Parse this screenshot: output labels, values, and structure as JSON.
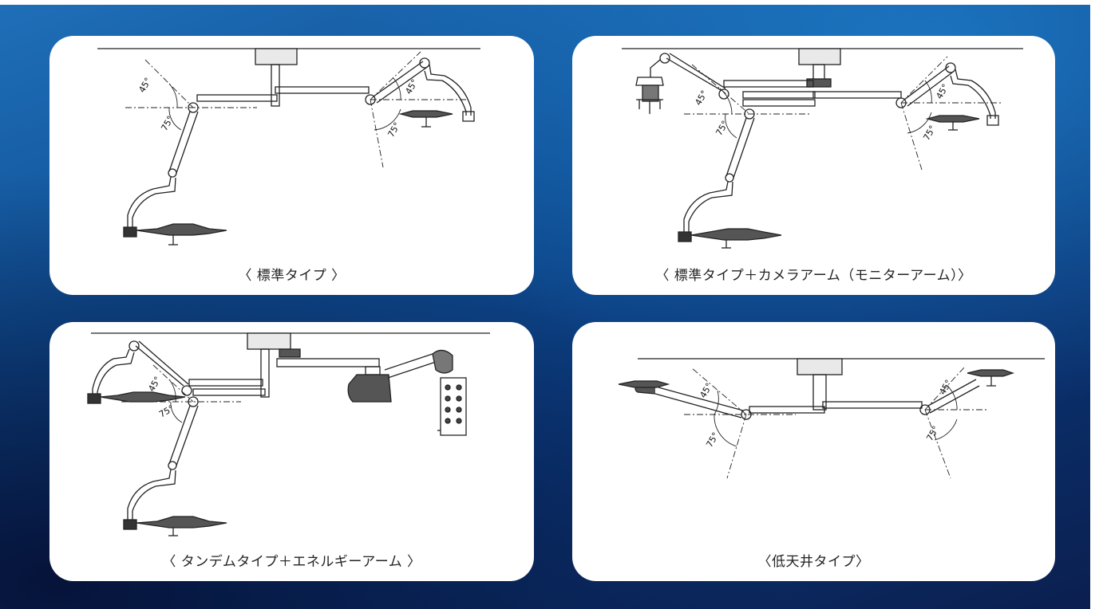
{
  "panels": [
    {
      "caption": "〈 標準タイプ 〉",
      "angle_a": "45°",
      "angle_b": "75°"
    },
    {
      "caption": "〈 標準タイプ＋カメラアーム（モニターアーム）〉",
      "angle_a": "45°",
      "angle_b": "75°"
    },
    {
      "caption": "〈 タンデムタイプ＋エネルギーアーム 〉",
      "angle_a": "45°",
      "angle_b": "75°"
    },
    {
      "caption": "〈低天井タイプ〉",
      "angle_a": "45°",
      "angle_b": "75°"
    }
  ],
  "colors": {
    "background_top": "#1f6fb8",
    "background_bottom": "#0b1f4f",
    "card": "#ffffff",
    "line": "#222222"
  }
}
